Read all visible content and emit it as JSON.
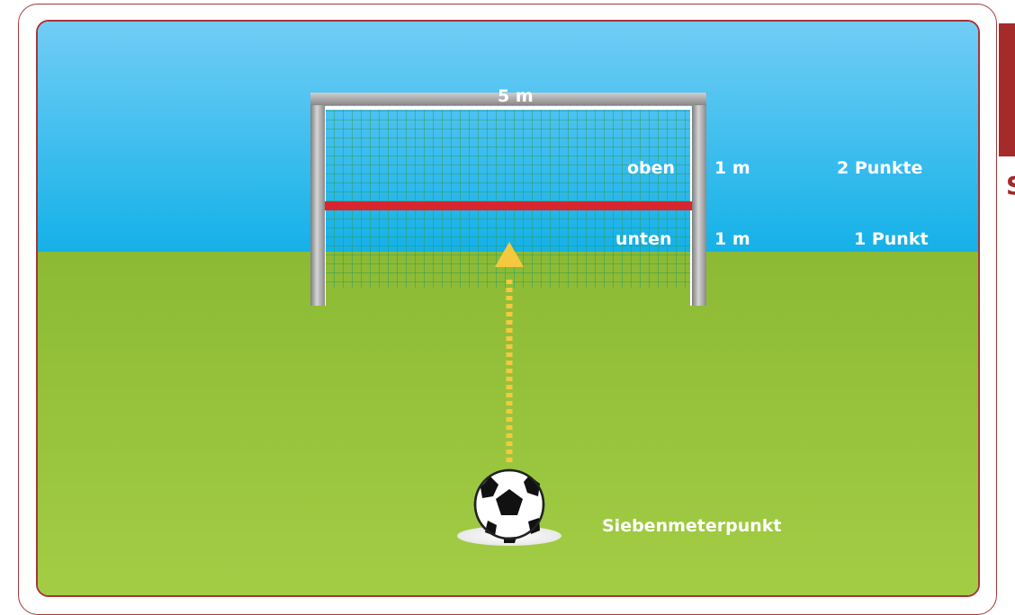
{
  "goal": {
    "width_label": "5 m",
    "upper_zone": {
      "name": "oben",
      "height": "1 m",
      "points": "2 Punkte"
    },
    "lower_zone": {
      "name": "unten",
      "height": "1 m",
      "points": "1 Punkt"
    }
  },
  "penalty_spot_label": "Siebenmeterpunkt",
  "side_tab_letter": "S",
  "colors": {
    "sky_top": "#71cdf5",
    "sky_bottom": "#14b1e8",
    "grass_top": "#8cba34",
    "grass_bottom": "#a3cd45",
    "frame_border": "#a63535",
    "net": "#2e9b5a",
    "divider": "#d7262e",
    "arrow": "#f5c840",
    "post": "#9b9b9b"
  }
}
